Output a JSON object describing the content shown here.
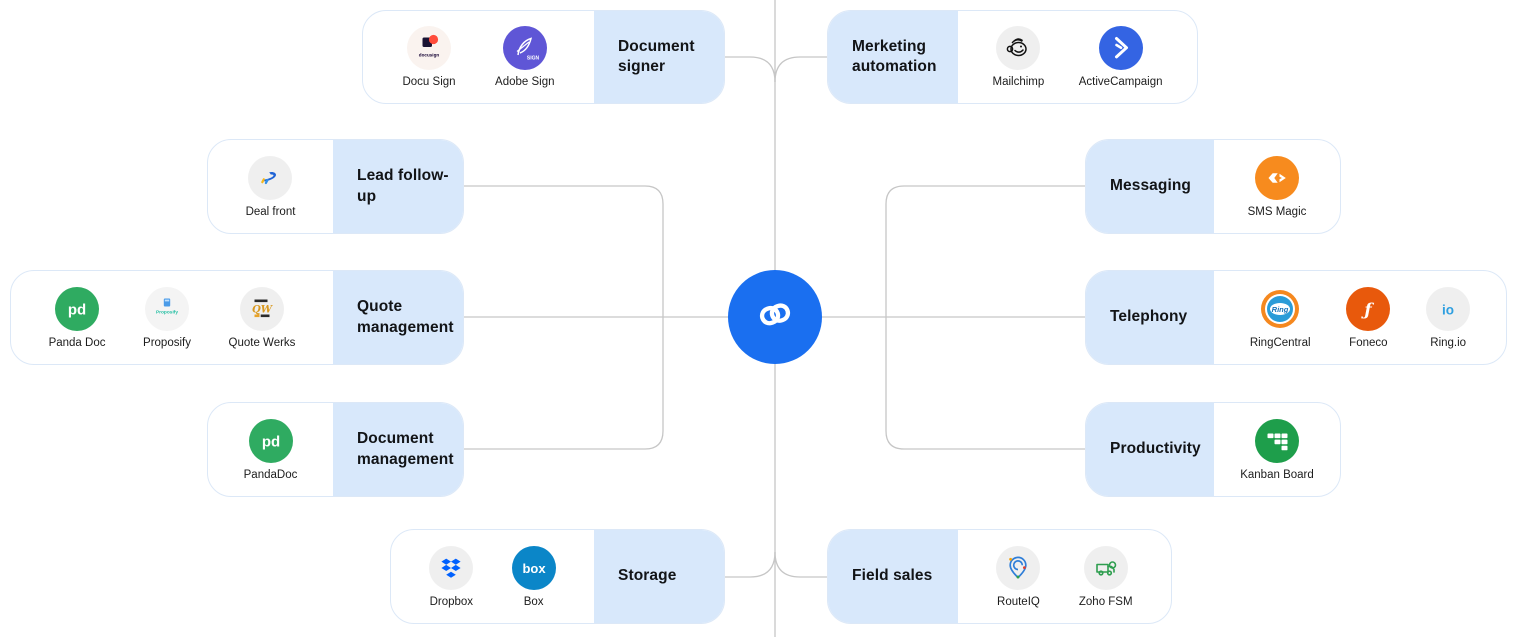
{
  "center": {
    "icon": "zoho-crm-logo",
    "color": "#1a6ff0"
  },
  "left_groups": [
    {
      "label": "Document signer",
      "apps": [
        {
          "name": "Docu Sign",
          "icon": "docusign-icon"
        },
        {
          "name": "Adobe Sign",
          "icon": "adobe-sign-icon"
        }
      ]
    },
    {
      "label": "Lead follow-up",
      "apps": [
        {
          "name": "Deal front",
          "icon": "dealfront-icon"
        }
      ]
    },
    {
      "label": "Quote management",
      "apps": [
        {
          "name": "Panda Doc",
          "icon": "pandadoc-icon"
        },
        {
          "name": "Proposify",
          "icon": "proposify-icon"
        },
        {
          "name": "Quote Werks",
          "icon": "quotewerks-icon"
        }
      ]
    },
    {
      "label": "Document management",
      "apps": [
        {
          "name": "PandaDoc",
          "icon": "pandadoc-icon"
        }
      ]
    },
    {
      "label": "Storage",
      "apps": [
        {
          "name": "Dropbox",
          "icon": "dropbox-icon"
        },
        {
          "name": "Box",
          "icon": "box-icon"
        }
      ]
    }
  ],
  "right_groups": [
    {
      "label": "Merketing automation",
      "apps": [
        {
          "name": "Mailchimp",
          "icon": "mailchimp-icon"
        },
        {
          "name": "ActiveCampaign",
          "icon": "activecampaign-icon"
        }
      ]
    },
    {
      "label": "Messaging",
      "apps": [
        {
          "name": "SMS Magic",
          "icon": "smsmagic-icon"
        }
      ]
    },
    {
      "label": "Telephony",
      "apps": [
        {
          "name": "RingCentral",
          "icon": "ringcentral-icon"
        },
        {
          "name": "Foneco",
          "icon": "foneco-icon"
        },
        {
          "name": "Ring.io",
          "icon": "ringio-icon"
        }
      ]
    },
    {
      "label": "Productivity",
      "apps": [
        {
          "name": "Kanban Board",
          "icon": "kanban-board-icon"
        }
      ]
    },
    {
      "label": "Field sales",
      "apps": [
        {
          "name": "RouteIQ",
          "icon": "routeiq-icon"
        },
        {
          "name": "Zoho FSM",
          "icon": "zoho-fsm-icon"
        }
      ]
    }
  ],
  "colors": {
    "label_bg": "#d8e8fb",
    "card_border": "#dce8f7",
    "connector": "#c6c6c6",
    "center_blue": "#1a6ff0"
  }
}
